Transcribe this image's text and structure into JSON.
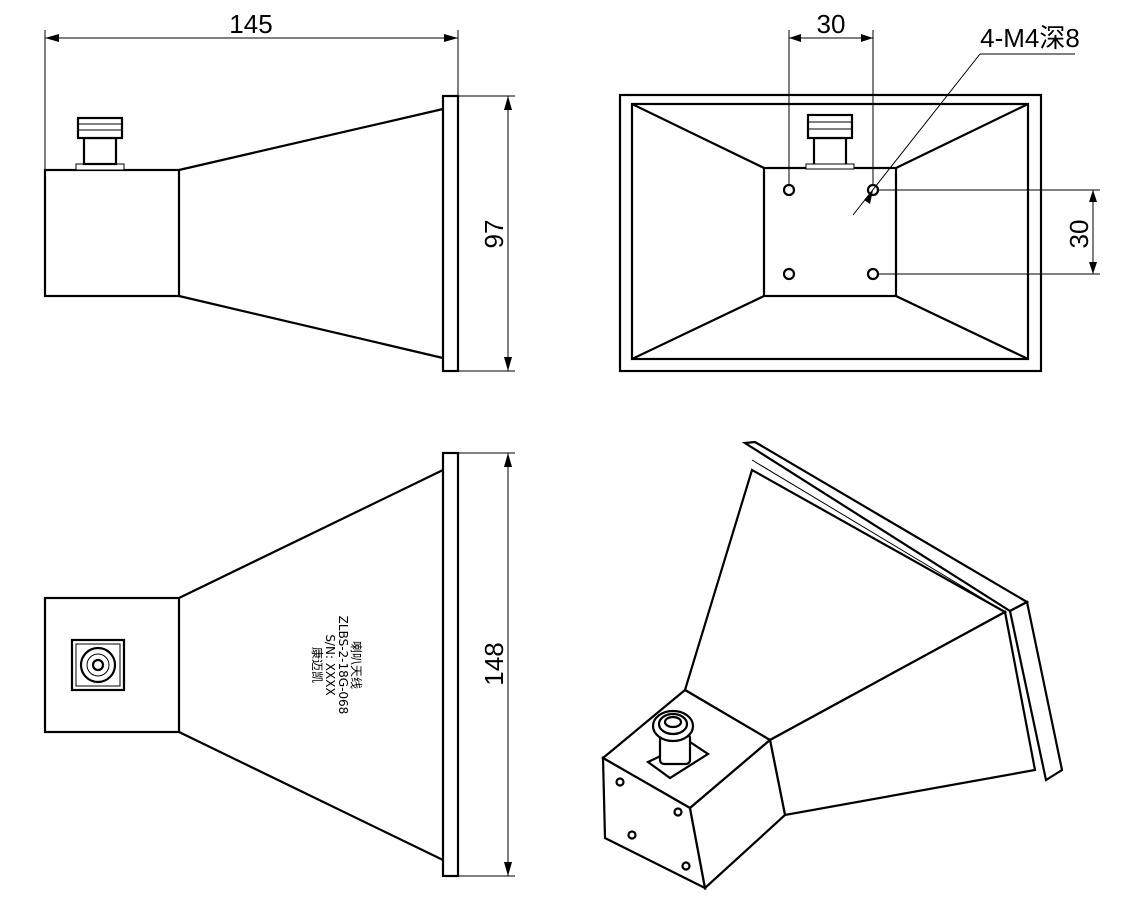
{
  "dimensions": {
    "length": "145",
    "height": "97",
    "width": "148",
    "hole_spacing_x": "30",
    "hole_spacing_y": "30",
    "thread_note": "4-M4深8"
  },
  "nameplate": {
    "line1": "喇叭天线",
    "line2": "ZLBS-2-18G-068",
    "line3": "S/N: XXXX",
    "line4": "康迈凯"
  }
}
